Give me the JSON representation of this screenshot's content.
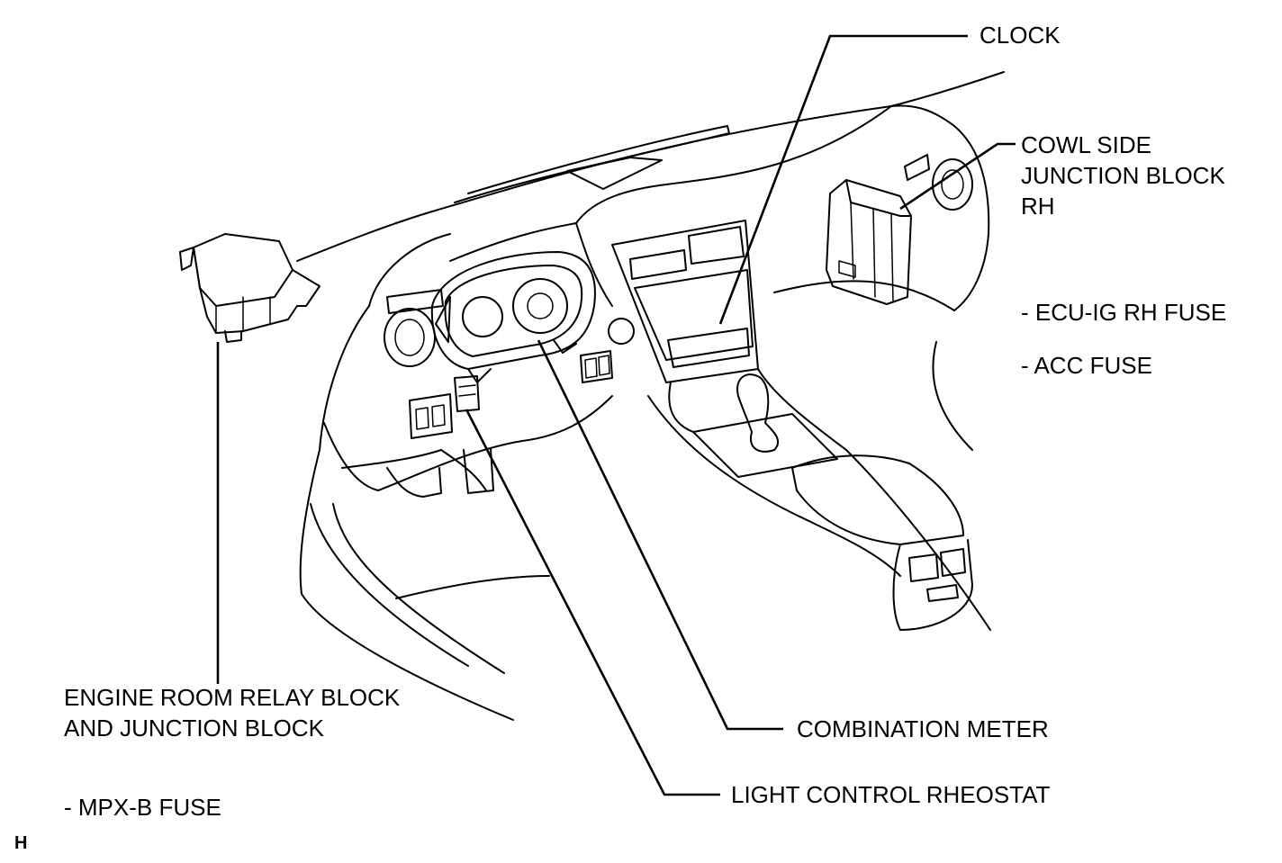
{
  "labels": {
    "clock": "CLOCK",
    "cowl_line1": "COWL SIDE",
    "cowl_line2": "JUNCTION BLOCK",
    "cowl_line3": "RH",
    "ecu_fuse": "- ECU-IG RH FUSE",
    "acc_fuse": "- ACC FUSE",
    "engine_line1": "ENGINE ROOM RELAY BLOCK",
    "engine_line2": "AND JUNCTION BLOCK",
    "mpx_fuse": "- MPX-B FUSE",
    "combination_meter": "COMBINATION METER",
    "light_control": "LIGHT CONTROL RHEOSTAT",
    "corner_code": "H"
  }
}
